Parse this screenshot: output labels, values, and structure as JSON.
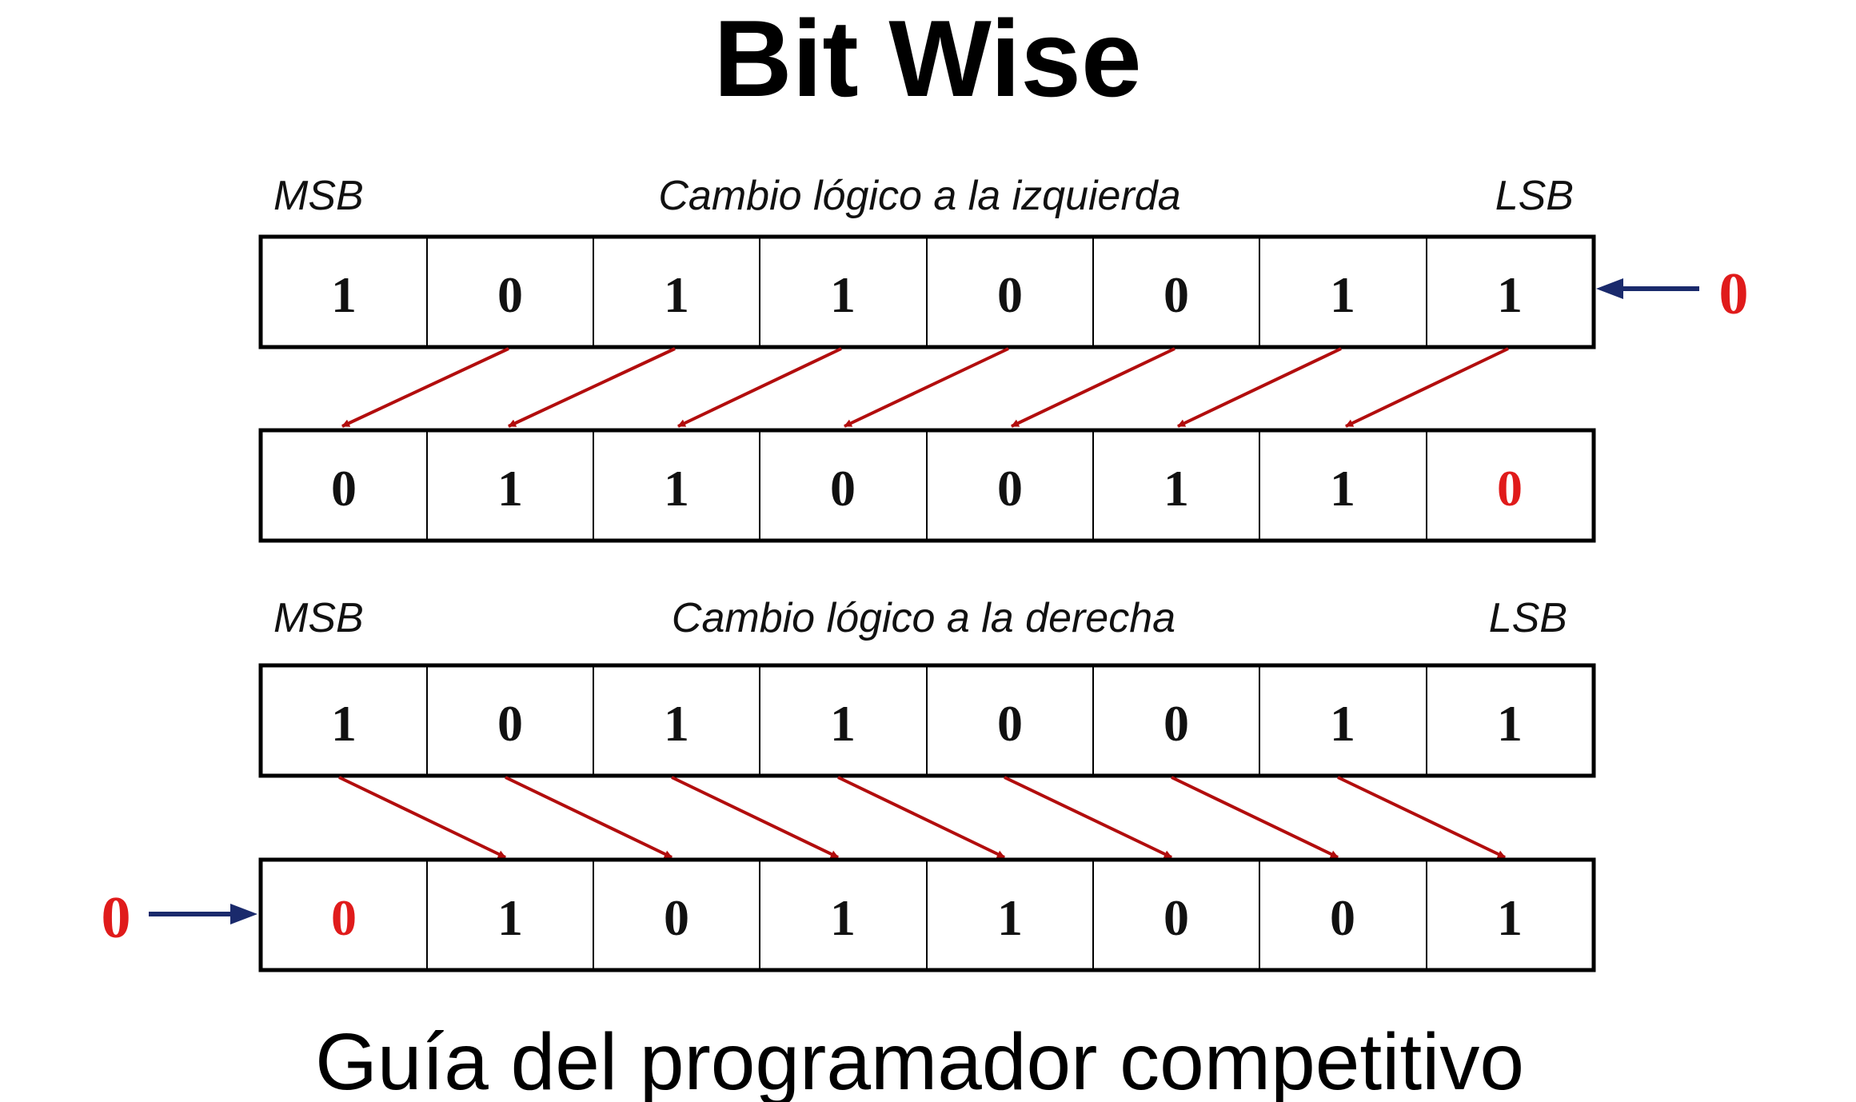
{
  "title": "Bit Wise",
  "subtitle": "Guía del programador competitivo",
  "colors": {
    "box_border": "#000000",
    "bit_default": "#111111",
    "bit_inserted": "#e01b1b",
    "shift_arrow": "#b20d0d",
    "input_arrow": "#1a2a6c"
  },
  "sections": [
    {
      "id": "left-shift",
      "header": {
        "msb": "MSB",
        "operation": "Cambio lógico a la izquierda",
        "lsb": "LSB"
      },
      "direction": "left",
      "inserted_bit": "0",
      "inserted_side": "right",
      "input_bits": [
        "1",
        "0",
        "1",
        "1",
        "0",
        "0",
        "1",
        "1"
      ],
      "output_bits": [
        "0",
        "1",
        "1",
        "0",
        "0",
        "1",
        "1",
        "0"
      ],
      "highlight_output_index": 7
    },
    {
      "id": "right-shift",
      "header": {
        "msb": "MSB",
        "operation": "Cambio lógico a la derecha",
        "lsb": "LSB"
      },
      "direction": "right",
      "inserted_bit": "0",
      "inserted_side": "left",
      "input_bits": [
        "1",
        "0",
        "1",
        "1",
        "0",
        "0",
        "1",
        "1"
      ],
      "output_bits": [
        "0",
        "1",
        "0",
        "1",
        "1",
        "0",
        "0",
        "1"
      ],
      "highlight_output_index": 0
    }
  ]
}
